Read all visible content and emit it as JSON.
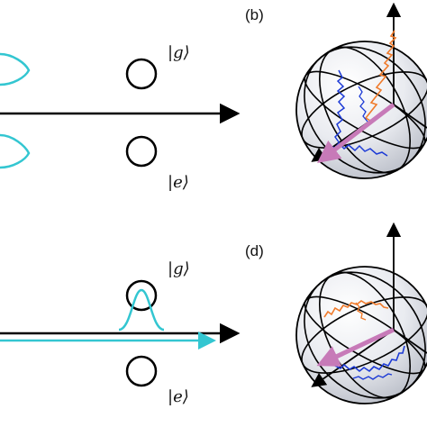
{
  "panels": [
    {
      "label": "(b)"
    },
    {
      "label": "(d)"
    }
  ],
  "states": {
    "ground": "|g⟩",
    "excited": "|e⟩"
  },
  "colors": {
    "pulse": "#33c6d1",
    "trajectory_orange": "#f07a2a",
    "trajectory_blue": "#1d3bd6",
    "bloch_vector": "#c77ab8",
    "sphere_fill": "#e6e8ee"
  },
  "icons": [
    "pulse-envelope-icon",
    "bloch-sphere-icon",
    "level-circle-icon"
  ]
}
